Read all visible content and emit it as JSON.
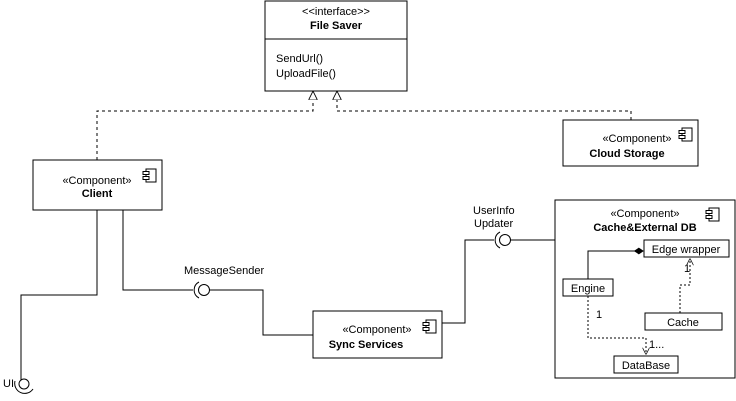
{
  "interface": {
    "stereotype": "<<interface>>",
    "name": "File Saver",
    "operations": [
      "SendUrl()",
      "UploadFile()"
    ]
  },
  "components": {
    "cloud_storage": {
      "stereotype": "«Component»",
      "name": "Cloud Storage"
    },
    "client": {
      "stereotype": "«Component»",
      "name": "Client"
    },
    "sync_services": {
      "stereotype": "«Component»",
      "name": "Sync Services"
    },
    "cache_external_db": {
      "stereotype": "«Component»",
      "name": "Cache&External DB",
      "parts": {
        "edge_wrapper": "Edge wrapper",
        "engine": "Engine",
        "cache": "Cache",
        "database": "DataBase"
      },
      "multiplicities": {
        "cache_to_edge": "1",
        "engine_side": "1",
        "database_side": "1..."
      }
    }
  },
  "interfaces_provided": {
    "message_sender": "MessageSender",
    "userinfo_updater_line1": "UserInfo",
    "userinfo_updater_line2": "Updater",
    "ui": "UI"
  }
}
